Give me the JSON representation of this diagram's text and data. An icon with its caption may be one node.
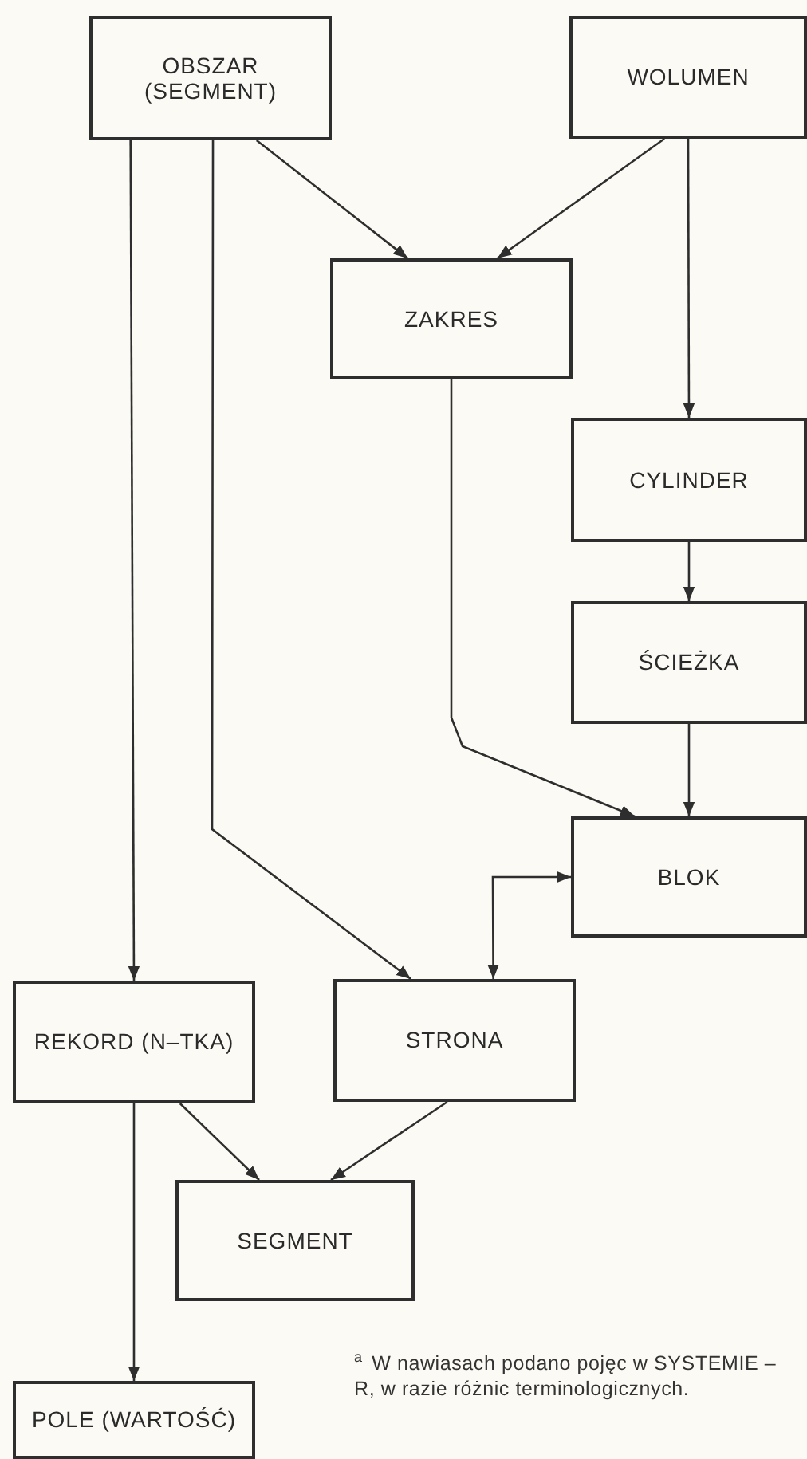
{
  "diagram": {
    "nodes": [
      {
        "text": [
          "OBSZAR (SEGMENT)"
        ]
      },
      {
        "text": [
          "WOLUMEN"
        ]
      },
      {
        "text": [
          "ZAKRES"
        ]
      },
      {
        "text": [
          "CYLINDER"
        ]
      },
      {
        "text": [
          "ŚCIEŻKA"
        ]
      },
      {
        "text": [
          "BLOK"
        ]
      },
      {
        "text": [
          "REKORD (N–TKA)"
        ]
      },
      {
        "text": [
          "STRONA"
        ]
      },
      {
        "text": [
          "SEGMENT"
        ]
      },
      {
        "text": [
          "POLE (WARTOŚĆ)"
        ]
      }
    ],
    "edges": [
      {
        "from": 0,
        "to": 2,
        "arrow": "to"
      },
      {
        "from": 1,
        "to": 2,
        "arrow": "to"
      },
      {
        "from": 1,
        "to": 3,
        "arrow": "to"
      },
      {
        "from": 0,
        "to": 6,
        "arrow": "to"
      },
      {
        "from": 0,
        "to": 7,
        "arrow": "to"
      },
      {
        "from": 2,
        "to": 5,
        "arrow": "to"
      },
      {
        "from": 3,
        "to": 4,
        "arrow": "to"
      },
      {
        "from": 4,
        "to": 5,
        "arrow": "to"
      },
      {
        "from": 7,
        "to": 5,
        "arrow": "both"
      },
      {
        "from": 6,
        "to": 8,
        "arrow": "to"
      },
      {
        "from": 7,
        "to": 8,
        "arrow": "to"
      },
      {
        "from": 6,
        "to": 9,
        "arrow": "to"
      }
    ],
    "labels": [
      "$^{a}$ W  nawiasach podano pojęc w SYSTEMIE – R, w razie różnic terminologicznych."
    ]
  }
}
